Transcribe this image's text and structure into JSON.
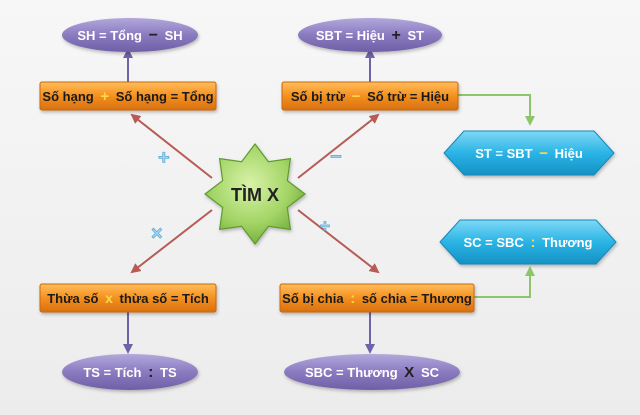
{
  "center": {
    "label": "TÌM X"
  },
  "ovals": {
    "sh": {
      "left": "SH = Tổng",
      "op": "−",
      "right": "SH"
    },
    "sbt": {
      "left": "SBT = Hiệu",
      "op": "+",
      "right": "ST"
    },
    "ts": {
      "left": "TS = Tích",
      "op": ":",
      "right": "TS"
    },
    "sbc": {
      "left": "SBC = Thương",
      "op": "X",
      "right": "SC"
    }
  },
  "boxes": {
    "add": {
      "left": "Số hạng",
      "op": "+",
      "right": "Số hạng = Tổng"
    },
    "sub": {
      "left": "Số bị trừ",
      "op": "−",
      "right": "Số trừ = Hiệu"
    },
    "mul": {
      "left": "Thừa số",
      "op": "x",
      "right": "thừa số = Tích"
    },
    "div": {
      "left": "Số bị chia",
      "op": ":",
      "right": "số chia = Thương"
    }
  },
  "hexes": {
    "st": {
      "left": "ST = SBT",
      "op": "−",
      "right": "Hiệu"
    },
    "sc": {
      "left": "SC = SBC",
      "op": ":",
      "right": "Thương"
    }
  },
  "markers": {
    "plus": "+",
    "minus": "−",
    "times": "×",
    "divide": "÷"
  },
  "colors": {
    "oval_fill": "#8b7cc0",
    "box_fill": "#f08a1c",
    "hex_fill": "#29b6e6",
    "star_fill": "#a5d86a",
    "arrow_red": "#b85a55",
    "arrow_purple": "#6f63a8",
    "arrow_green": "#8cc56a",
    "op_yellow": "#ffd84a"
  }
}
